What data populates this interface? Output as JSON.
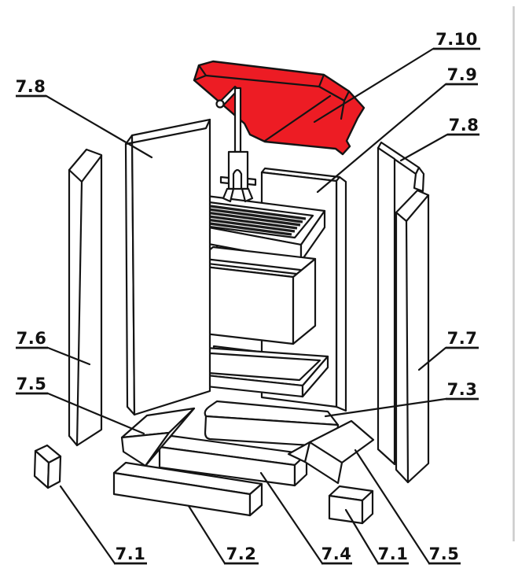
{
  "diagram": {
    "type": "exploded-parts-diagram",
    "background": "#ffffff",
    "colors": {
      "line": "#141414",
      "part_fill": "#ffffff",
      "highlight_fill": "#ed1c24",
      "label_text": "#111111",
      "scan_artifact": "#cccccc"
    },
    "highlighted_part_label": "7.10",
    "labels": [
      {
        "text": "7.8"
      },
      {
        "text": "7.10"
      },
      {
        "text": "7.9"
      },
      {
        "text": "7.8"
      },
      {
        "text": "7.6"
      },
      {
        "text": "7.5"
      },
      {
        "text": "7.7"
      },
      {
        "text": "7.3"
      },
      {
        "text": "7.1"
      },
      {
        "text": "7.2"
      },
      {
        "text": "7.4"
      },
      {
        "text": "7.1"
      },
      {
        "text": "7.5"
      }
    ]
  }
}
